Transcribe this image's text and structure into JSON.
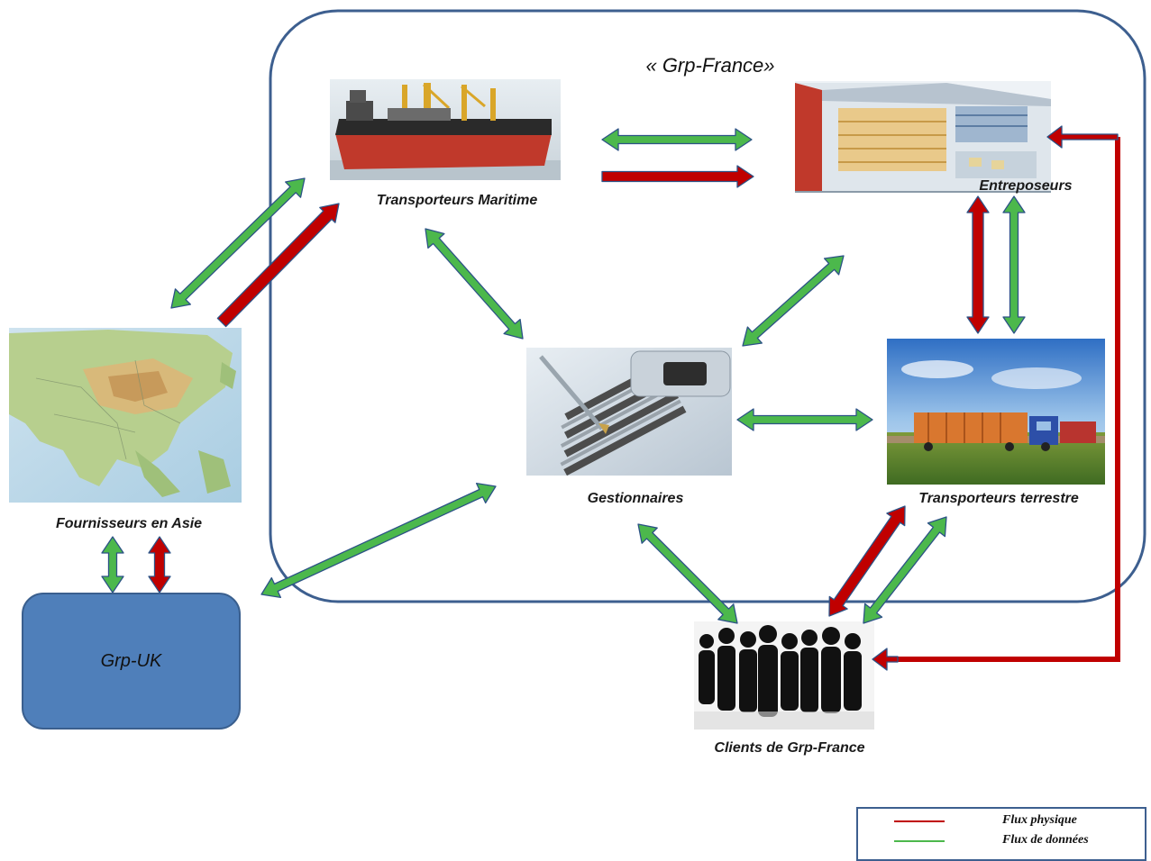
{
  "diagram": {
    "group_title": "« Grp-France»",
    "nodes": {
      "maritime": "Transporteurs Maritime",
      "entreposeurs": "Entreposeurs",
      "gestionnaires": "Gestionnaires",
      "terrestre": "Transporteurs terrestre",
      "fournisseurs": "Fournisseurs en Asie",
      "grp_uk": "Grp-UK",
      "clients": "Clients de Grp-France"
    }
  },
  "legend": {
    "physical": {
      "label": "Flux physique",
      "color": "#c00000"
    },
    "data": {
      "label": "Flux de données",
      "color": "#4cb84c"
    }
  },
  "colors": {
    "group_border": "#3d5f8f",
    "arrow_green": "#4cb84c",
    "arrow_red": "#c00000",
    "arrow_outline": "#2c5286"
  }
}
